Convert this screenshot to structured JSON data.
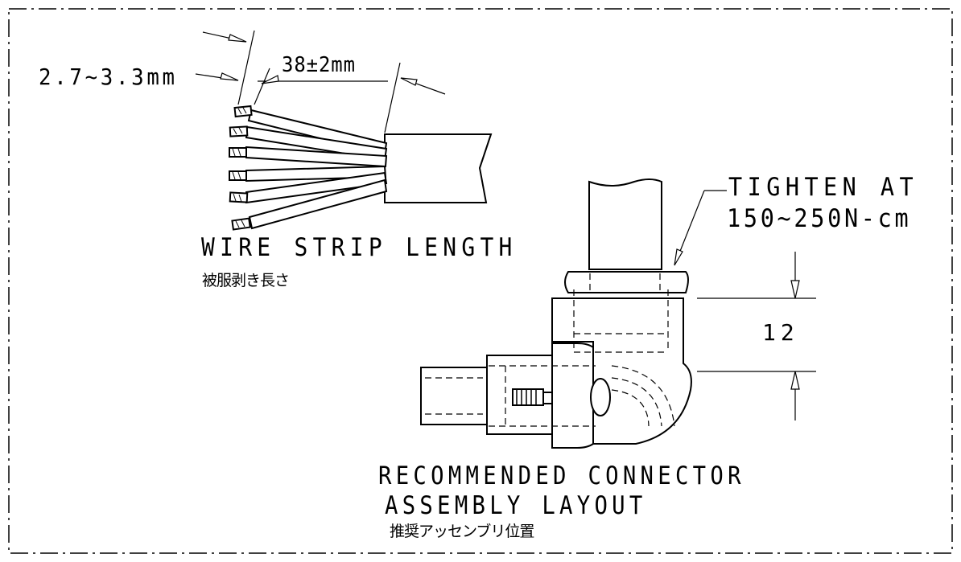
{
  "drawing": {
    "wire_strip": {
      "title": "WIRE STRIP LENGTH",
      "title_jp": "被服剥き長さ",
      "insulation_dim": "2.7~3.3mm",
      "strip_dim": "38±2mm"
    },
    "assembly": {
      "title_line1": "RECOMMENDED CONNECTOR",
      "title_line2": "ASSEMBLY LAYOUT",
      "title_jp": "推奨アッセンブリ位置",
      "torque_line1": "TIGHTEN AT",
      "torque_line2": "150~250N-cm",
      "height_dim": "12"
    }
  }
}
